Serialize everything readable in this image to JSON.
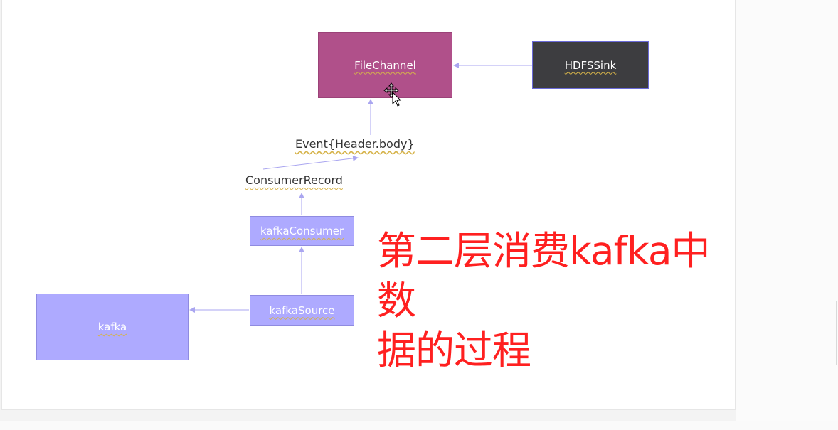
{
  "diagram": {
    "nodes": {
      "filechannel": "FileChannel",
      "hdfssink": "HDFSSink",
      "kafka_consumer": "kafkaConsumer",
      "kafka_source": "kafkaSource",
      "kafka": "kafka"
    },
    "labels": {
      "event": "Event{Header.body}",
      "consumer_record": "ConsumerRecord"
    },
    "title_line1": "第二层消费kafka中数",
    "title_line2": "据的过程"
  },
  "colors": {
    "filechannel": "#b0508a",
    "hdfssink": "#3d3d40",
    "lavender": "#aeaaff",
    "arrow": "#aaa6f0",
    "title": "#ff2020"
  },
  "icons": {
    "cursor": "move-cursor-icon"
  }
}
